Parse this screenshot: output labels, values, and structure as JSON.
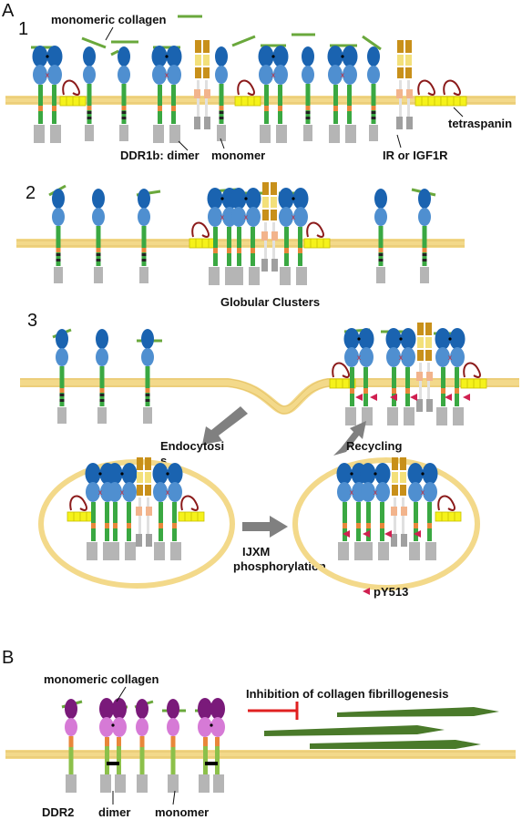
{
  "panels": {
    "A": "A",
    "B": "B"
  },
  "steps": {
    "s1": "1",
    "s2": "2",
    "s3": "3"
  },
  "labels": {
    "monomeric_collagen_a": "monomeric collagen",
    "ddr1b_dimer": "DDR1b: dimer",
    "monomer_a": "monomer",
    "ir_igf1r": "IR or IGF1R",
    "tetraspanin": "tetraspanin",
    "globular_clusters": "Globular Clusters",
    "endocytosis_1": "Endocytosi",
    "endocytosis_2": "s",
    "recycling": "Recycling",
    "ijxm_1": "IJXM",
    "ijxm_2": "phosphorylation",
    "py513": "pY513",
    "monomeric_collagen_b": "monomeric collagen",
    "inhibition": "Inhibition of collagen fibrillogenesis",
    "ddr2": "DDR2",
    "dimer_b": "dimer",
    "monomer_b": "monomer"
  },
  "colors": {
    "membrane": "#f3d98a",
    "collagen": "#6aa83c",
    "ddr1_dark": "#1a63b0",
    "ddr1_light": "#4f8fd0",
    "stalk_green": "#3aa842",
    "stalk_orange": "#e8873a",
    "kinase_gray": "#b5b5b5",
    "ir_gold": "#c8901a",
    "ir_peach": "#f2b48c",
    "tetraspanin_yellow": "#f5f21a",
    "loop_red": "#8b1a1a",
    "arrow_gray": "#808080",
    "ddr2_dark": "#7a1a7a",
    "ddr2_light": "#d67ad6",
    "inhibit_red": "#e02020",
    "fibril_green": "#4a7a2a"
  }
}
